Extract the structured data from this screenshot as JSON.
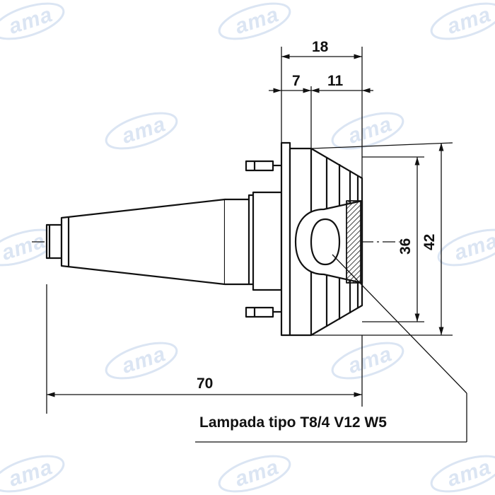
{
  "watermark": "ama",
  "colors": {
    "ink": "#111111",
    "watermark": "#dbe5f3",
    "background": "#ffffff"
  },
  "dimensions": {
    "overall_depth": "18",
    "depth_a": "7",
    "depth_b": "11",
    "inner_diameter": "36",
    "outer_diameter": "42",
    "total_length": "70"
  },
  "caption": "Lampada tipo T8/4 V12 W5"
}
